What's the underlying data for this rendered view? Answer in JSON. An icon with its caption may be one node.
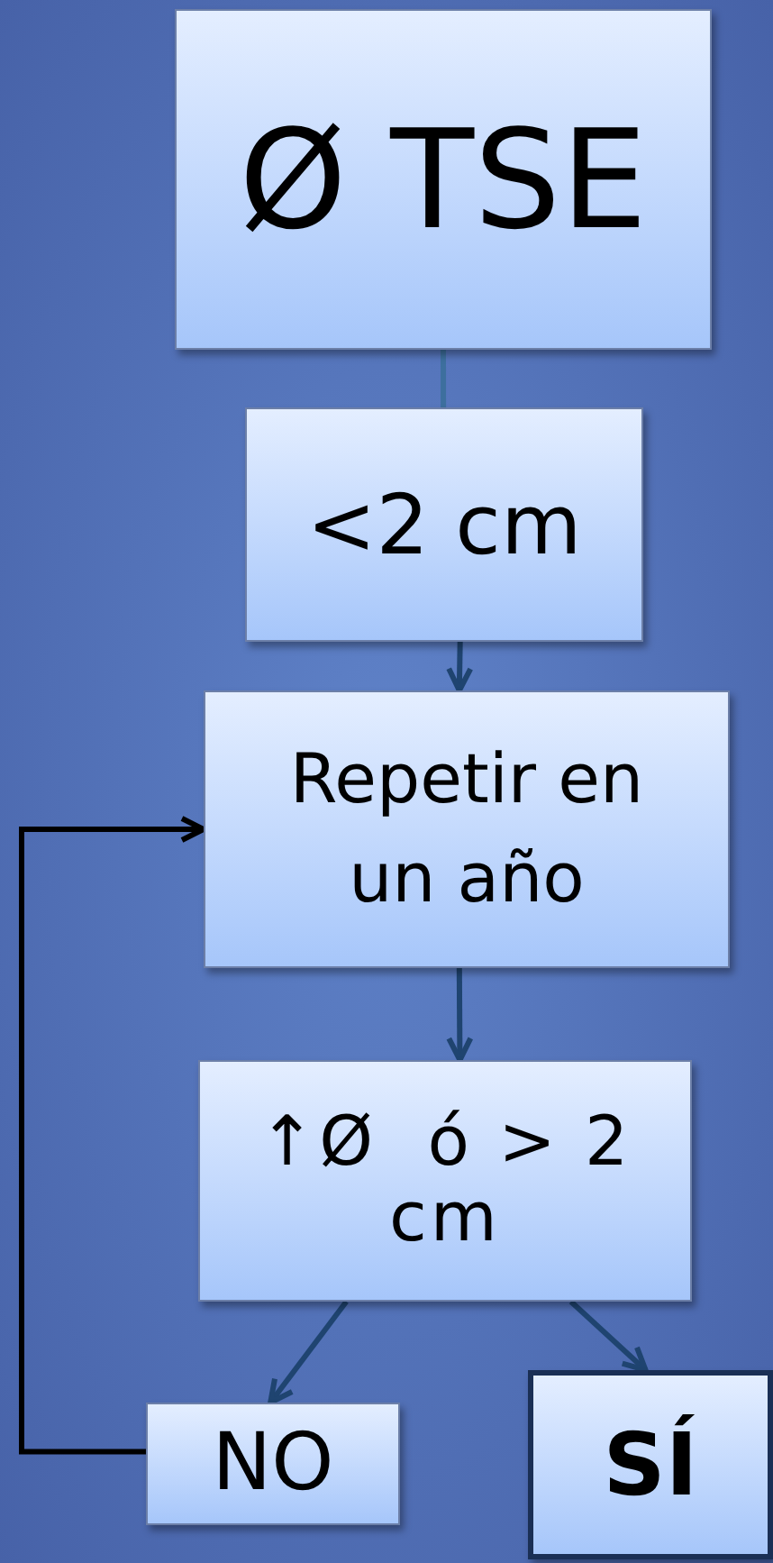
{
  "diagram": {
    "nodes": [
      {
        "text": [
          "Ø TSE"
        ]
      },
      {
        "text": [
          "<2 cm"
        ]
      },
      {
        "text": [
          "Repetir en un año"
        ]
      },
      {
        "text": [
          "↑Ø  ó > 2 cm"
        ]
      },
      {
        "text": [
          "NO"
        ]
      },
      {
        "text": [
          "SÍ"
        ]
      }
    ],
    "edges": [
      {
        "from": 0,
        "to": 1,
        "arrow": "none",
        "color": "#3d6f9e"
      },
      {
        "from": 1,
        "to": 2,
        "arrow": "to"
      },
      {
        "from": 2,
        "to": 3,
        "arrow": "to"
      },
      {
        "from": 3,
        "to": 4,
        "arrow": "to"
      },
      {
        "from": 3,
        "to": 5,
        "arrow": "to"
      },
      {
        "from": 4,
        "to": 2,
        "arrow": "to",
        "color": "#000000"
      }
    ]
  }
}
